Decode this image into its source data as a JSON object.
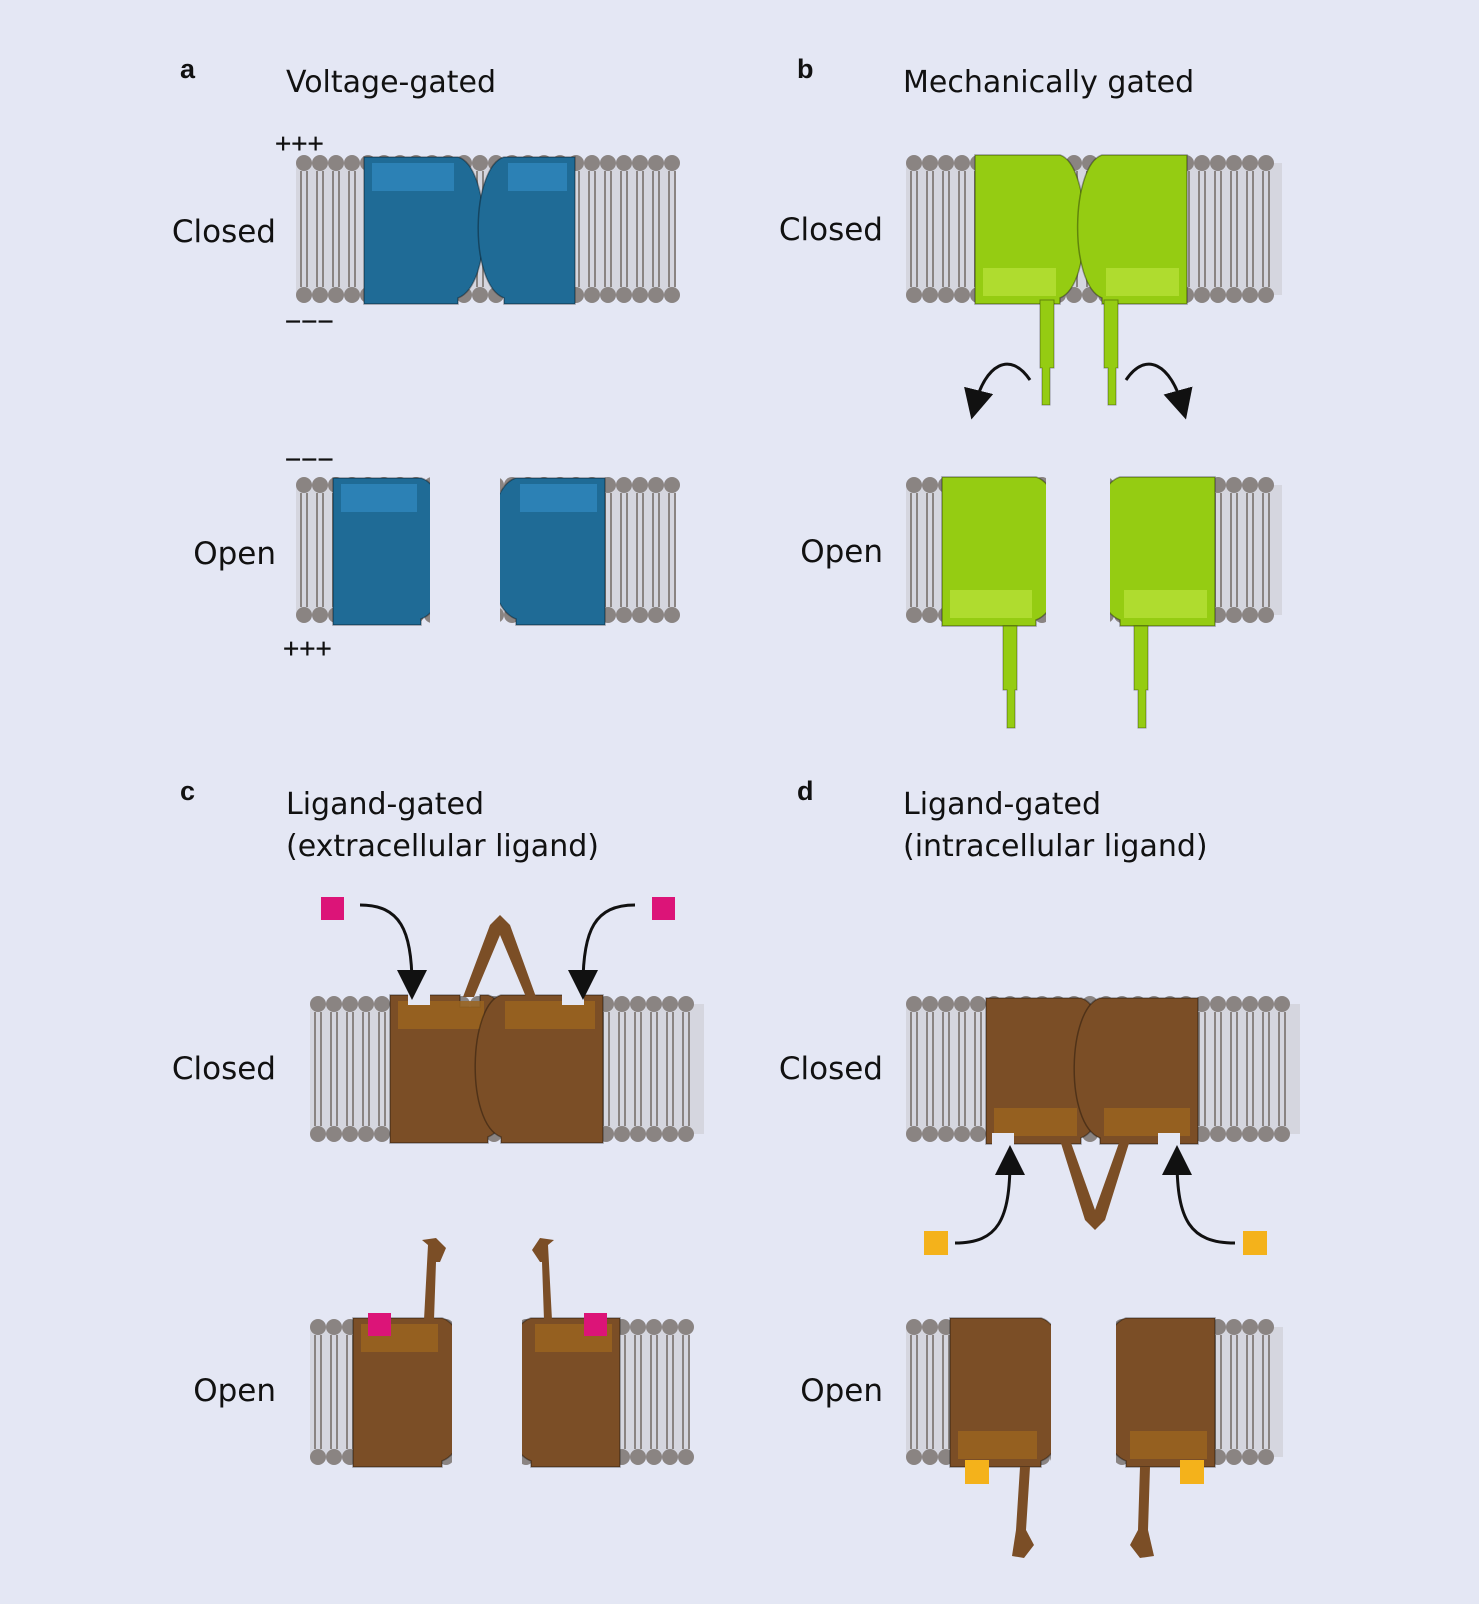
{
  "colors": {
    "background": "#e4e7f4",
    "membrane_head": "#8a8482",
    "membrane_tail": "#8a8482",
    "membrane_fill": "#d5d6df",
    "voltage_channel": "#1f6b96",
    "voltage_highlight": "#2f85bb",
    "mechanical_channel": "#95cc12",
    "mechanical_highlight": "#b4de35",
    "ligand_channel": "#7b4e26",
    "ligand_highlight": "#9a6420",
    "extracellular_ligand": "#dc1478",
    "intracellular_ligand": "#f4b21b",
    "arrow": "#111111"
  },
  "panels": [
    {
      "letter": "a",
      "title_lines": [
        "Voltage-gated"
      ],
      "state_closed": "Closed",
      "state_open": "Open",
      "charge_closed_top": "+++",
      "charge_closed_bottom": "−−−",
      "charge_open_top": "−−−",
      "charge_open_bottom": "+++"
    },
    {
      "letter": "b",
      "title_lines": [
        "Mechanically gated"
      ],
      "state_closed": "Closed",
      "state_open": "Open"
    },
    {
      "letter": "c",
      "title_lines": [
        "Ligand-gated",
        "(extracellular ligand)"
      ],
      "state_closed": "Closed",
      "state_open": "Open"
    },
    {
      "letter": "d",
      "title_lines": [
        "Ligand-gated",
        "(intracellular ligand)"
      ],
      "state_closed": "Closed",
      "state_open": "Open"
    }
  ]
}
